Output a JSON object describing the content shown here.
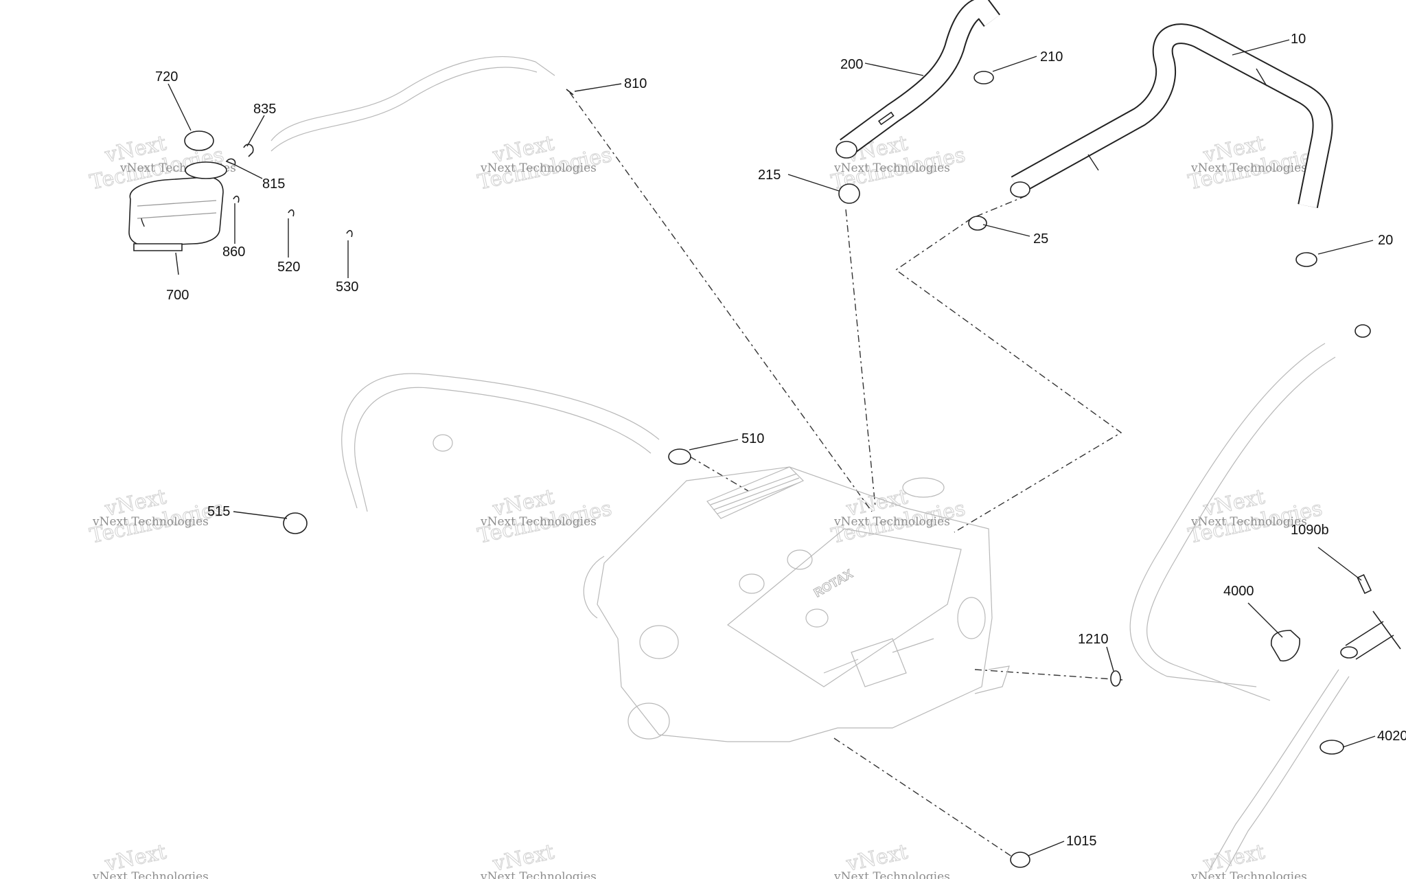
{
  "watermark": {
    "line1": "vNext Technologies",
    "line2a": "vNext",
    "line2b": "Technologies"
  },
  "callouts": {
    "c10": "10",
    "c20": "20",
    "c25": "25",
    "c200": "200",
    "c210": "210",
    "c215": "215",
    "c510": "510",
    "c515": "515",
    "c520": "520",
    "c530": "530",
    "c700": "700",
    "c720": "720",
    "c810": "810",
    "c815": "815",
    "c835": "835",
    "c860": "860",
    "c1015": "1015",
    "c1090b": "1090b",
    "c1210": "1210",
    "c4000": "4000",
    "c4020": "4020"
  },
  "engine_brand": "ROTAX"
}
